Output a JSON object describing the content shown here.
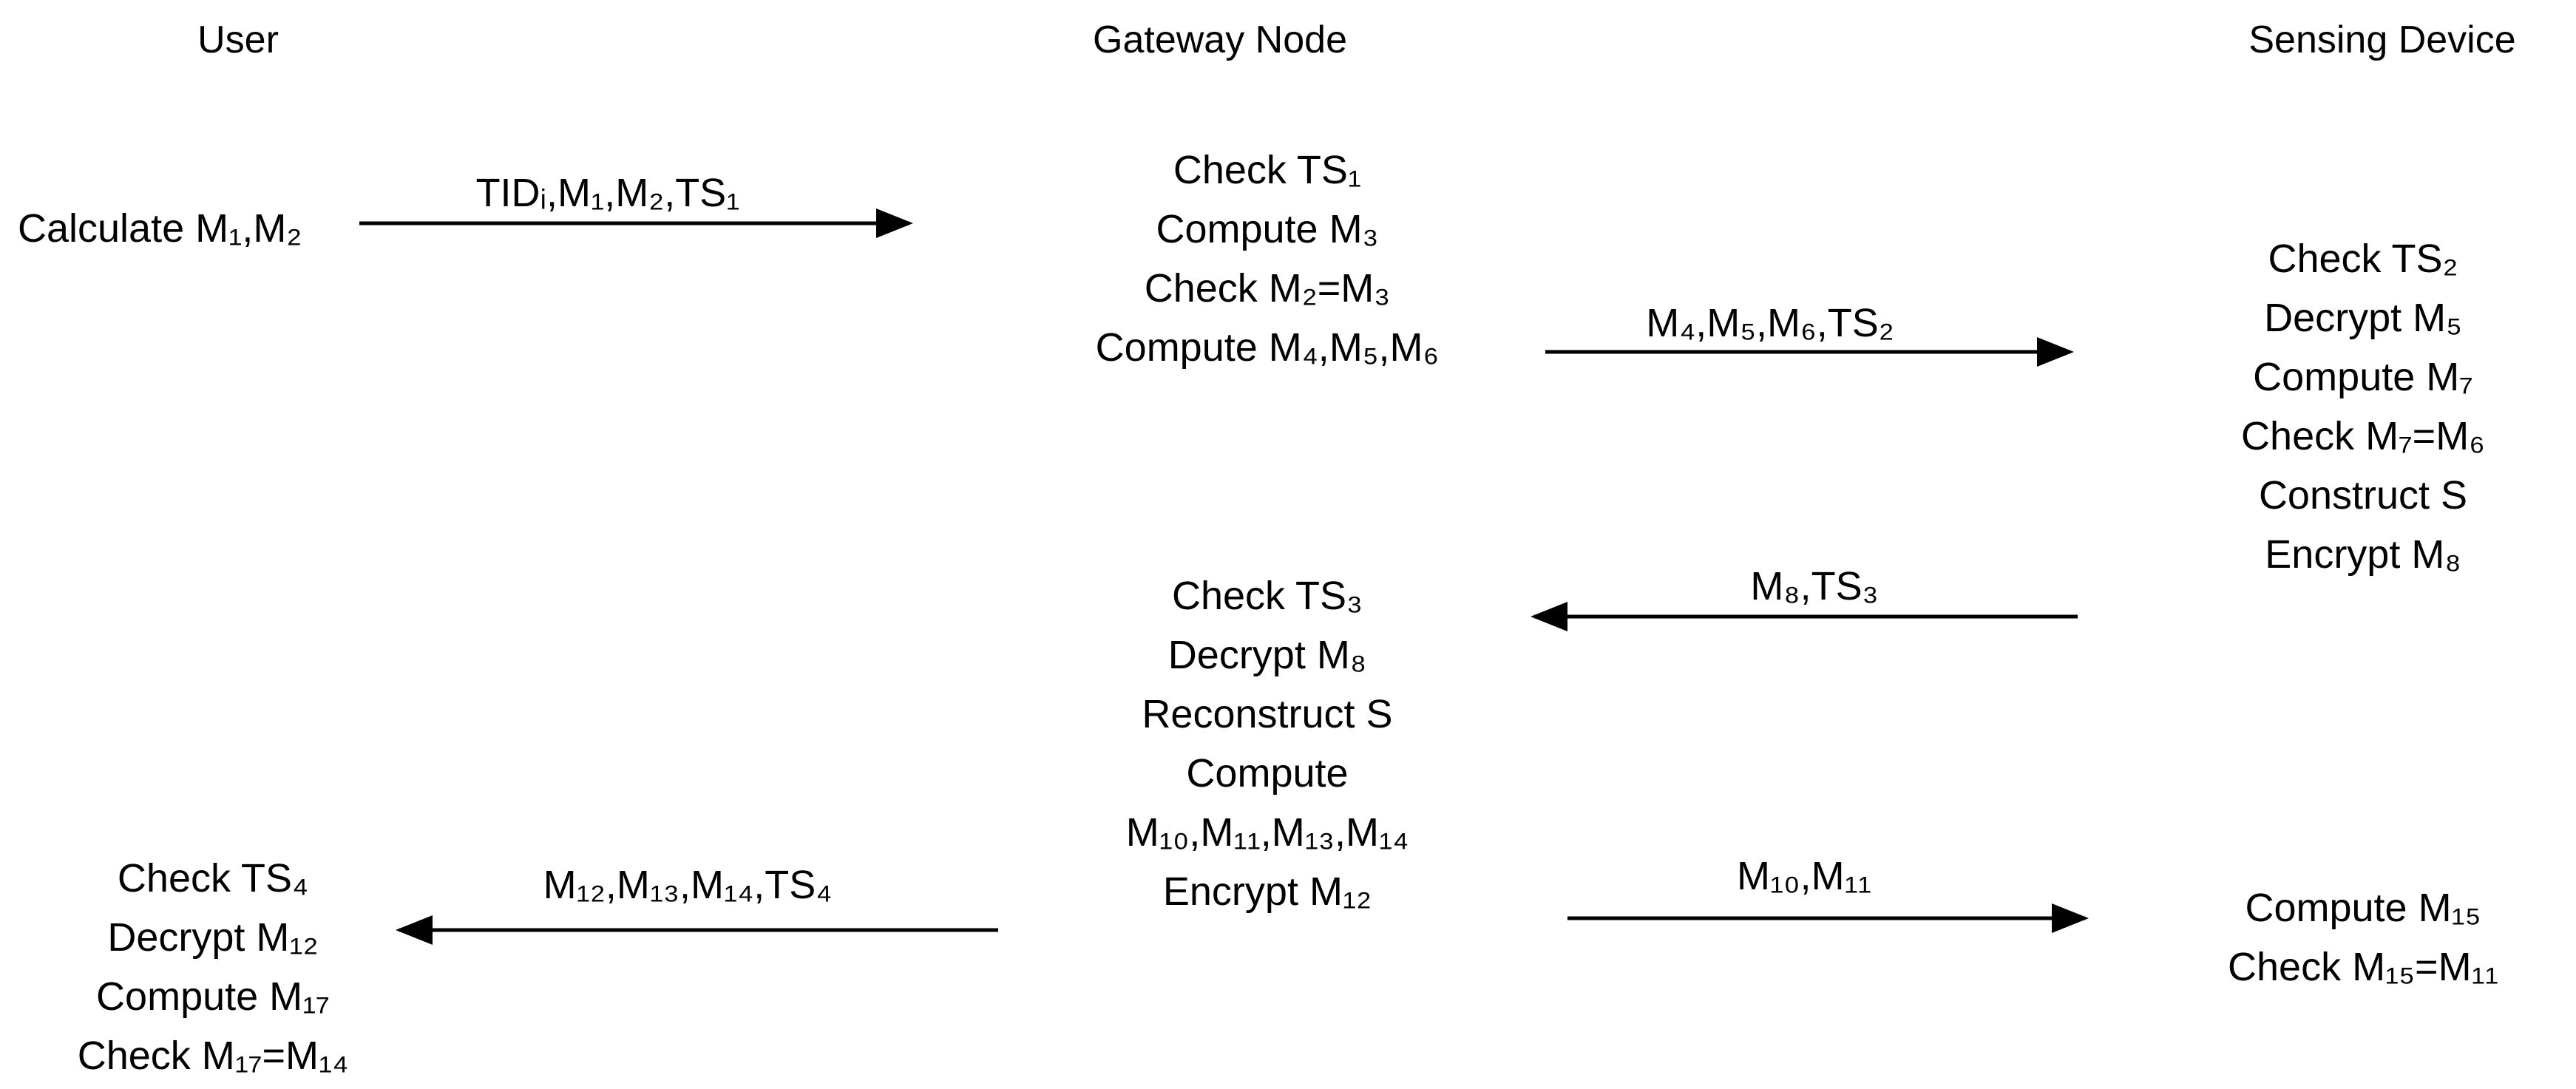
{
  "actors": {
    "user": "User",
    "gateway": "Gateway Node",
    "sensing": "Sensing Device"
  },
  "user_start": "Calculate M₁,M₂",
  "gateway_block_1": [
    "Check TS₁",
    "Compute M₃",
    "Check M₂=M₃",
    "Compute M₄,M₅,M₆"
  ],
  "sensing_block_1": [
    "Check TS₂",
    "Decrypt M₅",
    "Compute M₇",
    "Check M₇=M₆",
    "Construct S",
    "Encrypt M₈"
  ],
  "gateway_block_2": [
    "Check TS₃",
    "Decrypt M₈",
    "Reconstruct S",
    "Compute",
    "M₁₀,M₁₁,M₁₃,M₁₄",
    "Encrypt M₁₂"
  ],
  "user_block_end": [
    "Check TS₄",
    "Decrypt M₁₂",
    "Compute M₁₇",
    "Check M₁₇=M₁₄"
  ],
  "sensing_block_end": [
    "Compute M₁₅",
    "Check M₁₅=M₁₁"
  ],
  "messages": {
    "msg1": "TIDᵢ,M₁,M₂,TS₁",
    "msg2": "M₄,M₅,M₆,TS₂",
    "msg3": "M₈,TS₃",
    "msg4": "M₁₂,M₁₃,M₁₄,TS₄",
    "msg5": "M₁₀,M₁₁"
  },
  "colors": {
    "text": "#000000",
    "arrow": "#000000",
    "background": "#ffffff"
  }
}
